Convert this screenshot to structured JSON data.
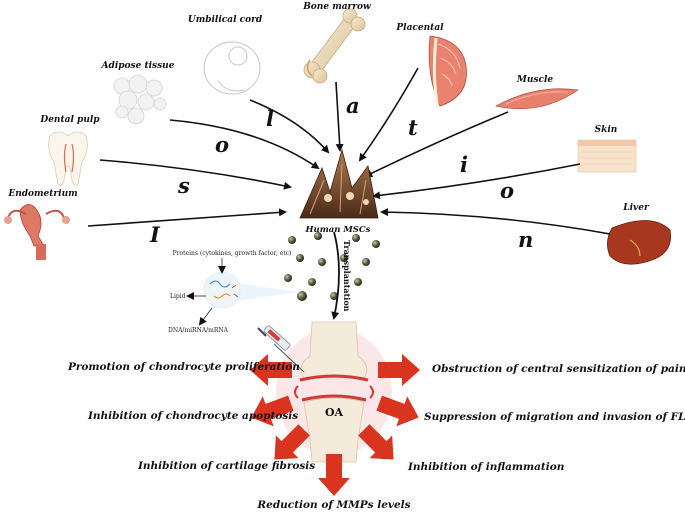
{
  "sources": {
    "umbilical": "Umbilical cord",
    "bone_marrow": "Bone marrow",
    "placental": "Placental",
    "adipose": "Adipose tissue",
    "muscle": "Muscle",
    "dental": "Dental pulp",
    "skin": "Skin",
    "endometrium": "Endometrium",
    "liver": "Liver"
  },
  "isolation_letters": [
    "I",
    "s",
    "o",
    "l",
    "a",
    "t",
    "i",
    "o",
    "n"
  ],
  "center": {
    "cells_label": "Human MSCs",
    "transplant_label": "Transplantation",
    "oa_label": "OA"
  },
  "exosome": {
    "proteins": "Proteins (cytokines, growth factor, etc)",
    "lipid": "Lipid",
    "dna": "DNA/miRNA/mRNA"
  },
  "effects": {
    "e1": "Promotion of chondrocyte proliferation",
    "e2": "Inhibition of chondrocyte apoptosis",
    "e3": "Inhibition of cartilage fibrosis",
    "e4": "Reduction of MMPs levels",
    "e5": "Obstruction of central sensitization of pain",
    "e6": "Suppression of migration and invasion of FLS",
    "e7": "Inhibition of inflammation"
  },
  "colors": {
    "arrow_red": "#d9341f",
    "cell_brown": "#8a5a3c",
    "tissue_pink": "#e8a6a0"
  }
}
